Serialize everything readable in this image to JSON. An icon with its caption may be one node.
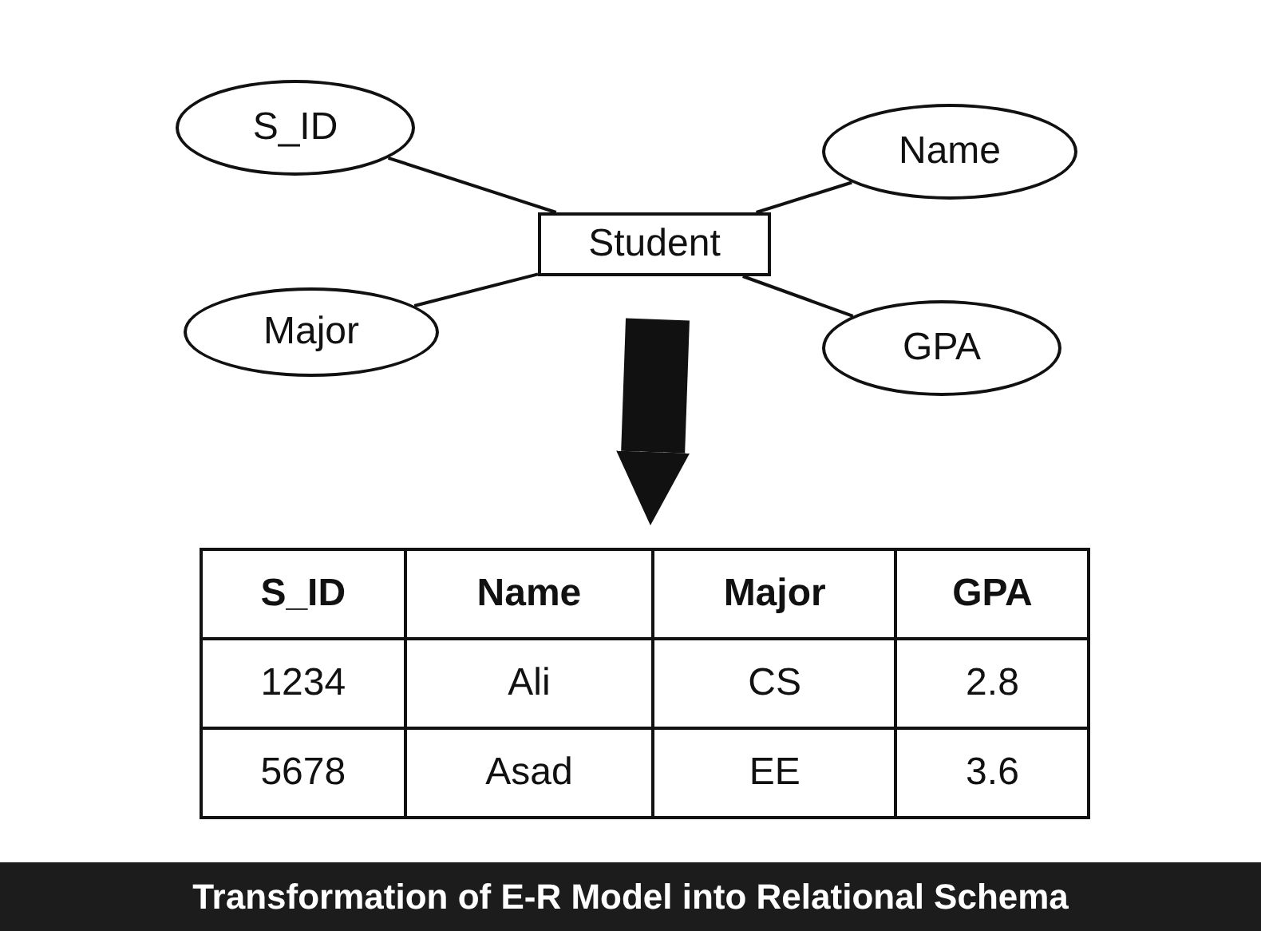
{
  "diagram": {
    "caption": "Transformation of E-R Model into Relational Schema",
    "nodes": [
      {
        "text": [
          "S_ID"
        ]
      },
      {
        "text": [
          "Name"
        ]
      },
      {
        "text": [
          "Student"
        ]
      },
      {
        "text": [
          "Major"
        ]
      },
      {
        "text": [
          "GPA"
        ]
      },
      {
        "text": [
          "S_ID",
          "Name",
          "Major",
          "GPA",
          "1234",
          "Ali",
          "CS",
          "2.8",
          "5678",
          "Asad",
          "EE",
          "3.6"
        ]
      }
    ],
    "edges": [
      {
        "from": 2,
        "to": 0,
        "arrow": "none"
      },
      {
        "from": 2,
        "to": 1,
        "arrow": "none"
      },
      {
        "from": 2,
        "to": 3,
        "arrow": "none"
      },
      {
        "from": 2,
        "to": 4,
        "arrow": "none"
      },
      {
        "from": null,
        "to": 5,
        "arrow": "to",
        "style": "thick"
      }
    ]
  }
}
